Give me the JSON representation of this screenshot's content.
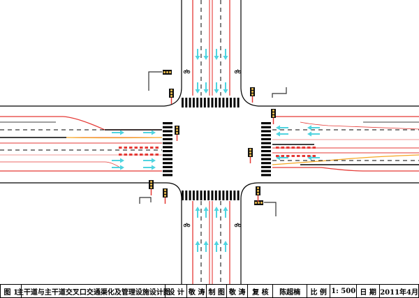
{
  "title_block": {
    "figure_no": "图 1",
    "title": "主干道与主干道交叉口交通渠化及管理设施设计图",
    "designer_label": "设 计",
    "designer": "敬 涛",
    "drafter_label": "制 图",
    "drafter": "敬 涛",
    "checker_label": "复 核",
    "checker": "陈超楠",
    "scale_label": "比 例",
    "scale": "1: 500",
    "date_label": "日 期",
    "date": "2011年4月"
  },
  "colors": {
    "road_edge": "#000000",
    "lane_line": "#000000",
    "red_marking": "#e53935",
    "orange_marking": "#f5a623",
    "arrow": "#4fd4e0",
    "signal_body": "#111111",
    "signal_light": "#f2c14e",
    "signal_pole": "#e53935",
    "pole": "#333333"
  },
  "icons": [
    "traffic-signal-icon",
    "lane-arrow-icon",
    "crosswalk",
    "bicycle-icon"
  ]
}
